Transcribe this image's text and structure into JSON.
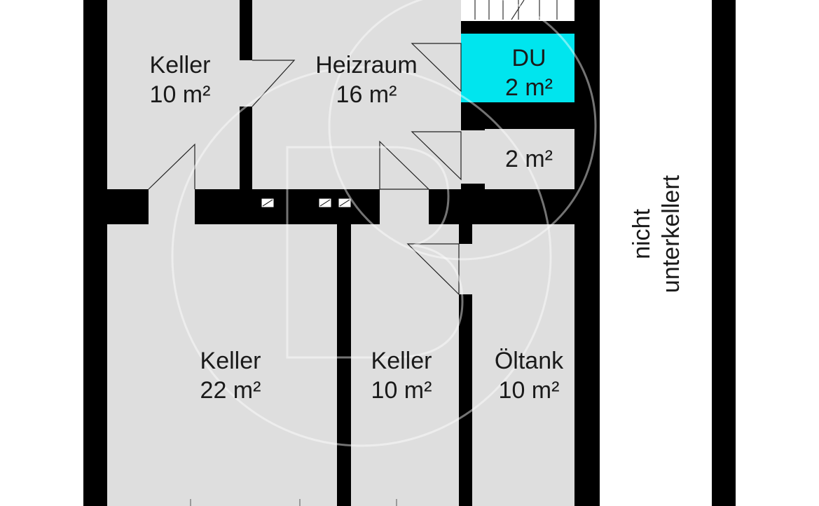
{
  "floorplan": {
    "colors": {
      "wall": "#000000",
      "floor": "#dedede",
      "highlight": "#00e5ee",
      "background": "#ffffff",
      "watermark": "#f2f2f2"
    },
    "rooms": {
      "keller_top": {
        "name": "Keller",
        "area": "10 m²"
      },
      "heizraum": {
        "name": "Heizraum",
        "area": "16 m²"
      },
      "du": {
        "name": "DU",
        "area": "2 m²"
      },
      "small": {
        "area": "2 m²"
      },
      "keller_big": {
        "name": "Keller",
        "area": "22 m²"
      },
      "keller_mid": {
        "name": "Keller",
        "area": "10 m²"
      },
      "oeltank": {
        "name": "Öltank",
        "area": "10 m²"
      }
    },
    "outside": {
      "line1": "nicht",
      "line2": "unterkellert"
    },
    "watermark": {
      "icon": "logo-b-watermark-icon"
    }
  }
}
